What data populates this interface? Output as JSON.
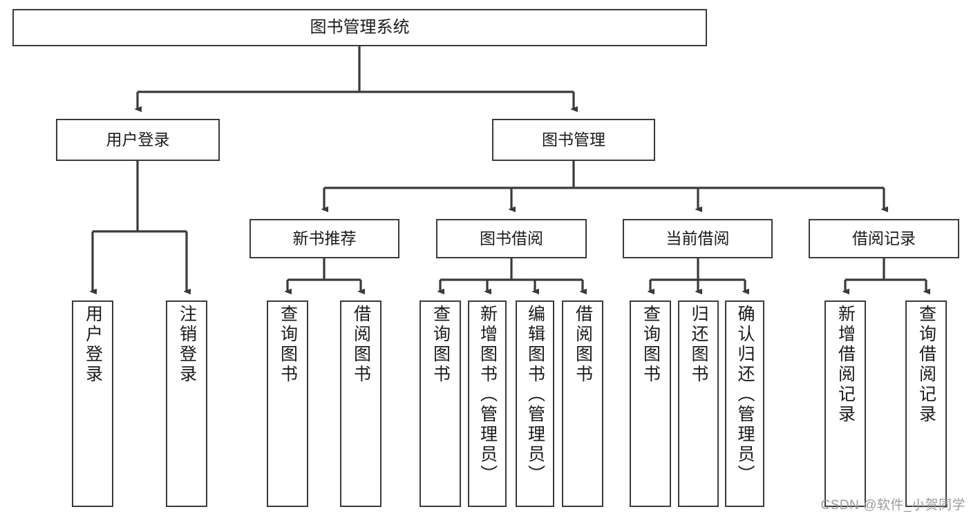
{
  "diagram": {
    "title": "图书管理系统",
    "watermark": "CSDN @软件_小贺同学",
    "style": {
      "stroke": "#3a3a3a",
      "background": "#ffffff",
      "text_color": "#1a1a1a",
      "watermark_color": "#9a9a9a"
    },
    "nodes": {
      "root": {
        "label": "图书管理系统"
      },
      "level2": [
        {
          "label": "用户登录"
        },
        {
          "label": "图书管理"
        }
      ],
      "level3": [
        {
          "label": "新书推荐"
        },
        {
          "label": "图书借阅"
        },
        {
          "label": "当前借阅"
        },
        {
          "label": "借阅记录"
        }
      ],
      "leaves": {
        "user_login": [
          {
            "label": "用户登录"
          },
          {
            "label": "注销登录"
          }
        ],
        "new_book": [
          {
            "label": "查询图书"
          },
          {
            "label": "借阅图书"
          }
        ],
        "book_borrow": [
          {
            "label": "查询图书"
          },
          {
            "label": "新增图书（管理员）"
          },
          {
            "label": "编辑图书（管理员）"
          },
          {
            "label": "借阅图书"
          }
        ],
        "current_borrow": [
          {
            "label": "查询图书"
          },
          {
            "label": "归还图书"
          },
          {
            "label": "确认归还（管理员）"
          }
        ],
        "borrow_record": [
          {
            "label": "新增借阅记录"
          },
          {
            "label": "查询借阅记录"
          }
        ]
      }
    }
  }
}
